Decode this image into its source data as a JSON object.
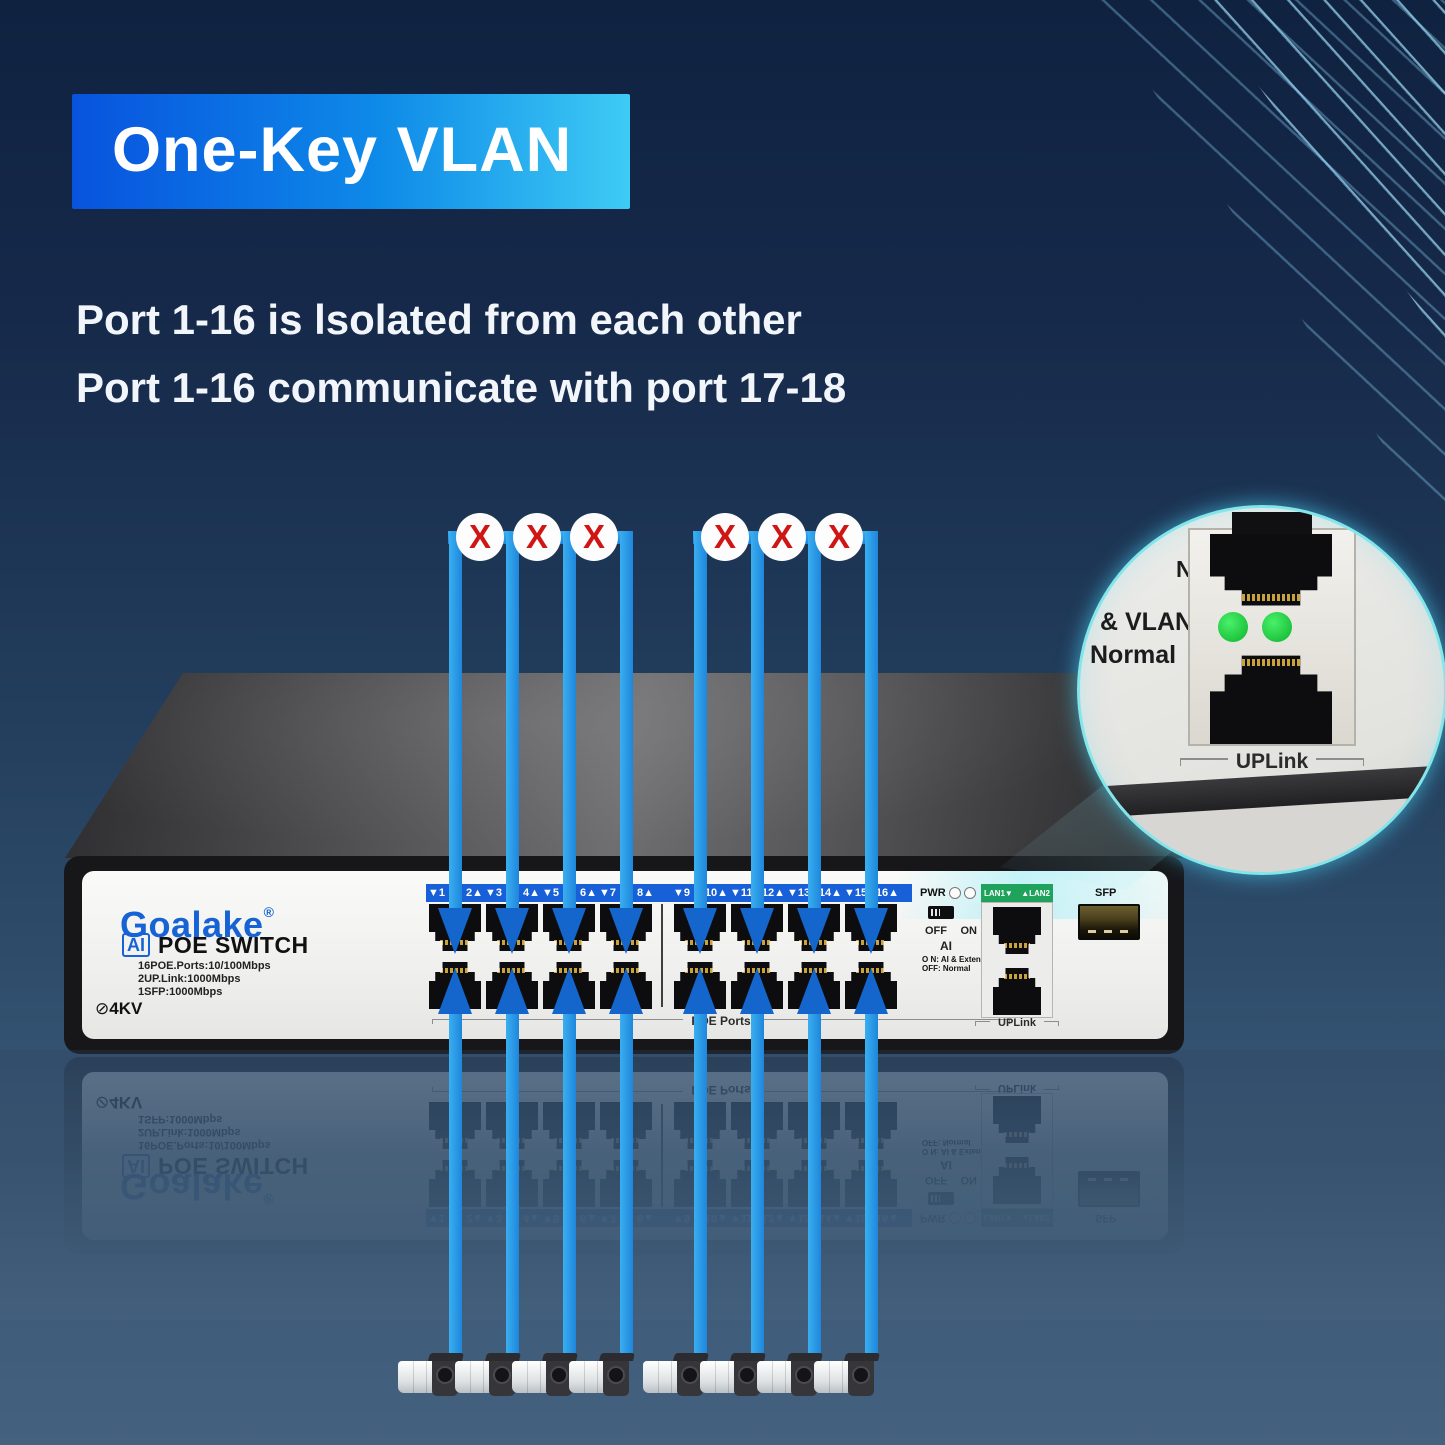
{
  "banner": {
    "title": "One-Key VLAN"
  },
  "description": {
    "line1": "Port 1-16 is lsolated from each other",
    "line2": "Port 1-16 communicate with port 17-18"
  },
  "isolation": {
    "x_symbol": "X",
    "x_count": 6
  },
  "device": {
    "brand": "Goalake",
    "registered_mark": "®",
    "ai_badge": "AI",
    "product_name": "POE SWITCH",
    "specs": [
      "16POE.Ports:10/100Mbps",
      "2UP.Link:1000Mbps",
      "1SFP:1000Mbps"
    ],
    "surge_icon": "circle-slash-icon",
    "surge_label": "4KV",
    "port_pairs": [
      [
        "▼1",
        "2▲"
      ],
      [
        "▼3",
        "4▲"
      ],
      [
        "▼5",
        "6▲"
      ],
      [
        "▼7",
        "8▲"
      ],
      [
        "▼9",
        "10▲"
      ],
      [
        "▼11",
        "12▲"
      ],
      [
        "▼13",
        "14▲"
      ],
      [
        "▼15",
        "16▲"
      ]
    ],
    "poe_ports_label": "POE Ports",
    "controls": {
      "pwr": "PWR",
      "off": "OFF",
      "on": "ON",
      "ai": "AI",
      "note_on": "O N: AI & Extend",
      "note_off": "OFF: Normal"
    },
    "uplink": {
      "lan1": "LAN1▼",
      "lan2": "▲LAN2",
      "label": "UPLink"
    },
    "sfp_label": "SFP"
  },
  "inset": {
    "fragments": [
      "N",
      "& VLAN",
      "Normal"
    ],
    "uplink_label": "UPLink",
    "led_count": 2
  },
  "cameras": {
    "count": 8
  },
  "colors": {
    "cable_blue": "#1E9CE8",
    "arrow_blue": "#1566CC",
    "x_mark_red": "#D01515",
    "banner_gradient_from": "#0853DE",
    "banner_gradient_to": "#3ECBF4",
    "led_green": "#2EE24C",
    "port_strip_blue": "#1760D8",
    "lan_strip_green": "#1FA35C",
    "brand_blue": "#1663D6"
  }
}
